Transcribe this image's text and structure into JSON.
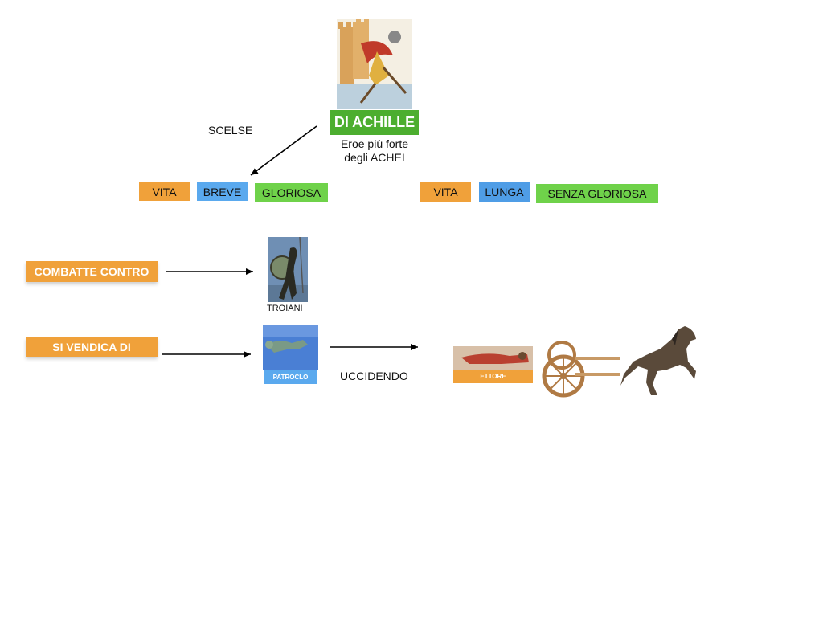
{
  "title": {
    "label": "DI ACHILLE",
    "desc_line1": "Eroe più forte",
    "desc_line2": "degli ACHEI"
  },
  "choice_label": "SCELSE",
  "left_chain": {
    "vita": "VITA",
    "durata": "BREVE",
    "qualita": "GLORIOSA"
  },
  "right_chain": {
    "vita": "VITA",
    "durata": "LUNGA",
    "qualita": "SENZA GLORIOSA"
  },
  "combatte": {
    "label": "COMBATTE CONTRO",
    "target": "TROIANI"
  },
  "vendica": {
    "label": "SI VENDICA DI",
    "target": "PATROCLO",
    "connector": "UCCIDENDO",
    "victim": "ETTORE"
  },
  "colors": {
    "orange": "#f0a13a",
    "blue": "#5aa9ee",
    "green": "#6fd24a",
    "title_green": "#4cae2f"
  },
  "icons": [
    "achilles-warrior-image",
    "spartan-warrior-image",
    "fallen-warrior-image",
    "hector-image",
    "chariot-image",
    "horse-image"
  ]
}
